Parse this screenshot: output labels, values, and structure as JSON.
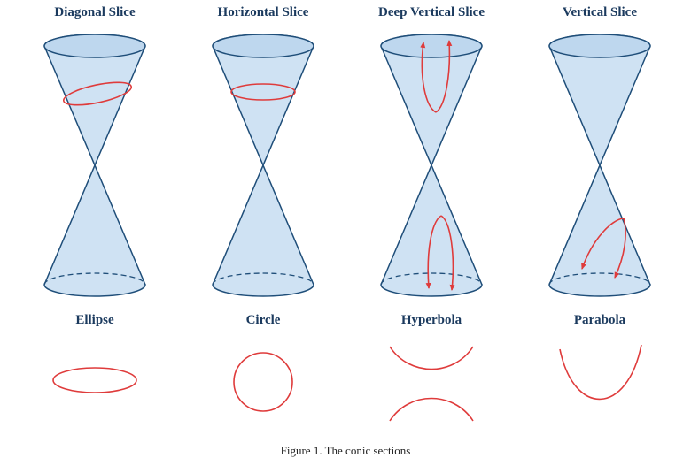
{
  "figure": {
    "caption": "Figure 1. The conic sections"
  },
  "colors": {
    "cone_stroke": "#1f4e79",
    "cone_fill": "#cfe2f3",
    "cone_top_fill": "#bed7ee",
    "red": "#df3b3b",
    "text": "#1b3a5e"
  },
  "columns": [
    {
      "slice_title": "Diagonal Slice",
      "shape_label": "Ellipse",
      "slice_type": "diagonal",
      "shape_type": "ellipse"
    },
    {
      "slice_title": "Horizontal Slice",
      "shape_label": "Circle",
      "slice_type": "horizontal",
      "shape_type": "circle"
    },
    {
      "slice_title": "Deep Vertical Slice",
      "shape_label": "Hyperbola",
      "slice_type": "deep-vertical",
      "shape_type": "hyperbola"
    },
    {
      "slice_title": "Vertical Slice",
      "shape_label": "Parabola",
      "slice_type": "vertical",
      "shape_type": "parabola"
    }
  ]
}
